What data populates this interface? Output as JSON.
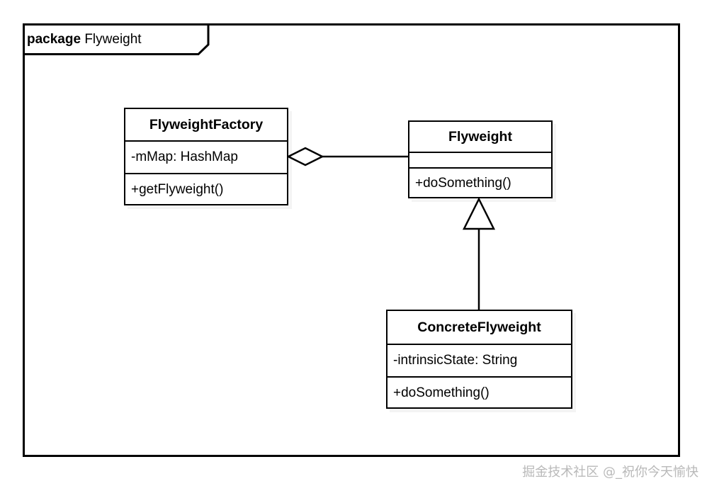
{
  "package": {
    "keyword": "package",
    "name": "Flyweight",
    "tab_label_keyword": "package",
    "tab_label_name": "Flyweight"
  },
  "classes": [
    {
      "id": "flyweightfactory",
      "name": "FlyweightFactory",
      "attributes": [
        "-mMap: HashMap"
      ],
      "methods": [
        "+getFlyweight()"
      ]
    },
    {
      "id": "flyweight",
      "name": "Flyweight",
      "attributes": [
        ""
      ],
      "methods": [
        "+doSomething()"
      ]
    },
    {
      "id": "concreteflyweight",
      "name": "ConcreteFlyweight",
      "attributes": [
        "-intrinsicState: String"
      ],
      "methods": [
        "+doSomething()"
      ]
    }
  ],
  "relationships": [
    {
      "id": "aggregation",
      "type": "aggregation",
      "from": "FlyweightFactory",
      "to": "Flyweight",
      "marker": "hollow-diamond"
    },
    {
      "id": "generalization",
      "type": "generalization",
      "from": "ConcreteFlyweight",
      "to": "Flyweight",
      "marker": "hollow-triangle"
    }
  ],
  "watermark": {
    "text": "掘金技术社区 @_祝你今天愉快"
  },
  "colors": {
    "stroke": "#000000",
    "fill": "#ffffff",
    "background": "#ffffff",
    "watermark": "#b9b9b9"
  }
}
